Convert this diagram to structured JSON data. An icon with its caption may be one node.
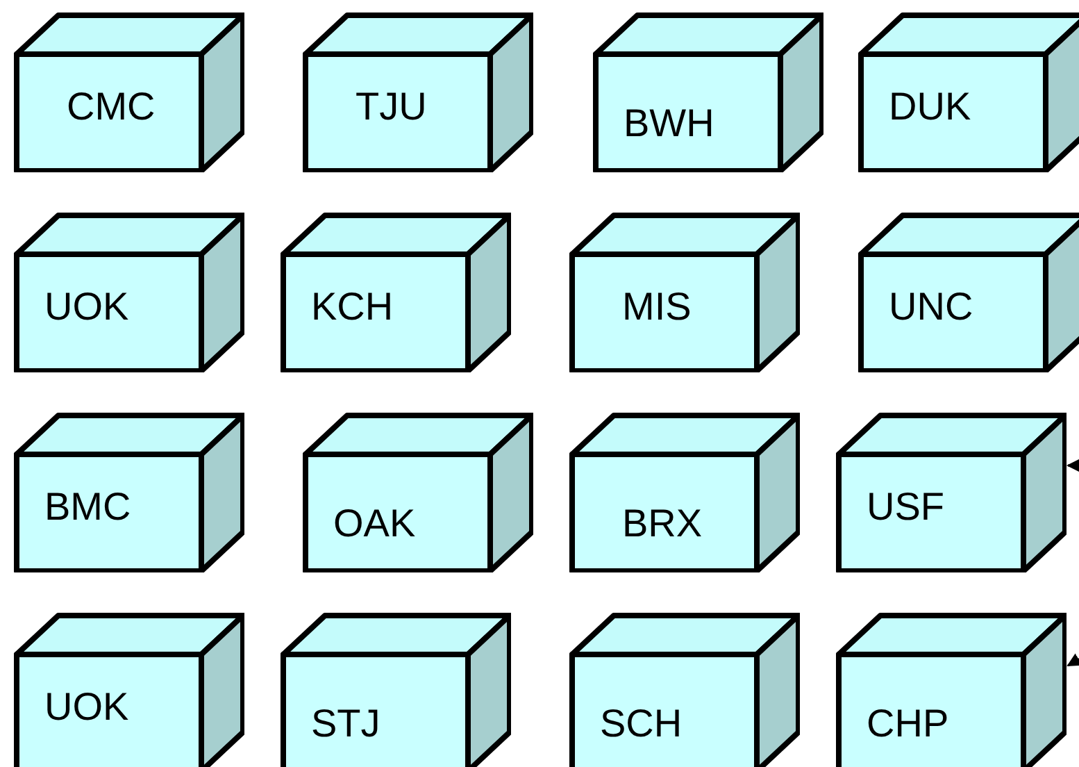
{
  "diagram": {
    "nodes": [
      {
        "text": [
          "CMC"
        ]
      },
      {
        "text": [
          "TJU"
        ]
      },
      {
        "text": [
          "BWH"
        ]
      },
      {
        "text": [
          "DUK"
        ]
      },
      {
        "text": [
          "UOK"
        ]
      },
      {
        "text": [
          "KCH"
        ]
      },
      {
        "text": [
          "MIS"
        ]
      },
      {
        "text": [
          "UNC"
        ]
      },
      {
        "text": [
          "BMC"
        ]
      },
      {
        "text": [
          "OAK"
        ]
      },
      {
        "text": [
          "BRX"
        ]
      },
      {
        "text": [
          "USF"
        ]
      },
      {
        "text": [
          "UOK"
        ]
      },
      {
        "text": [
          "STJ"
        ]
      },
      {
        "text": [
          "SCH"
        ]
      },
      {
        "text": [
          "CHP"
        ]
      }
    ],
    "edges": [
      {
        "from": null,
        "to": 11,
        "arrow": "to"
      },
      {
        "from": null,
        "to": 15,
        "arrow": "to"
      }
    ]
  }
}
